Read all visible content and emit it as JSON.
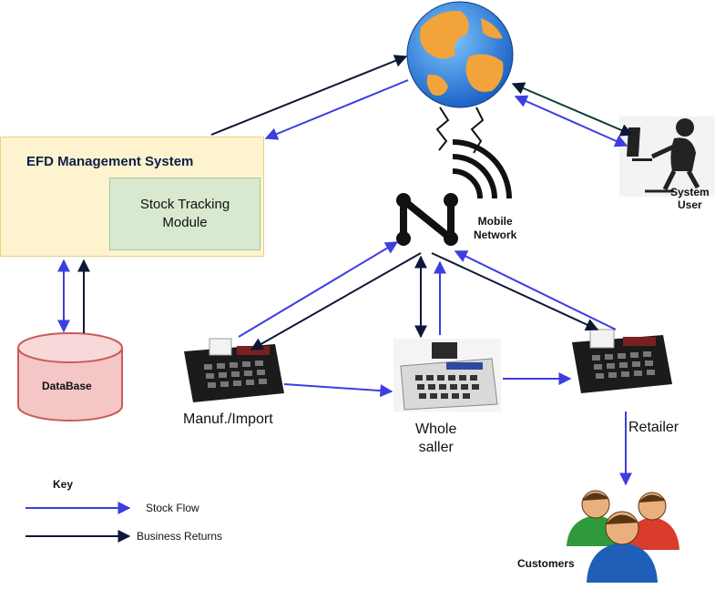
{
  "efd_system": {
    "title": "EFD Management System",
    "module_line1": "Stock Tracking",
    "module_line2": "Module"
  },
  "database": {
    "label": "DataBase"
  },
  "mobile_network": {
    "line1": "Mobile",
    "line2": "Network"
  },
  "system_user": {
    "line1": "System",
    "line2": "User"
  },
  "nodes": {
    "manufacturer": "Manuf./Import",
    "wholesaler_line1": "Whole",
    "wholesaler_line2": "saller",
    "retailer": "Retailer",
    "customers": "Customers"
  },
  "key": {
    "title": "Key",
    "stock_flow": "Stock Flow",
    "business_returns": "Business Returns"
  },
  "colors": {
    "stock_flow": "#3d3de0",
    "business_returns": "#0d1836",
    "efd_fill": "#fdf4cf",
    "module_fill": "#d8e9d0",
    "database_fill": "#f4c6c6"
  },
  "icons": [
    "globe-icon",
    "mobile-network-icon",
    "pos-terminal-icon",
    "cash-register-icon",
    "system-user-icon",
    "customers-icon"
  ]
}
